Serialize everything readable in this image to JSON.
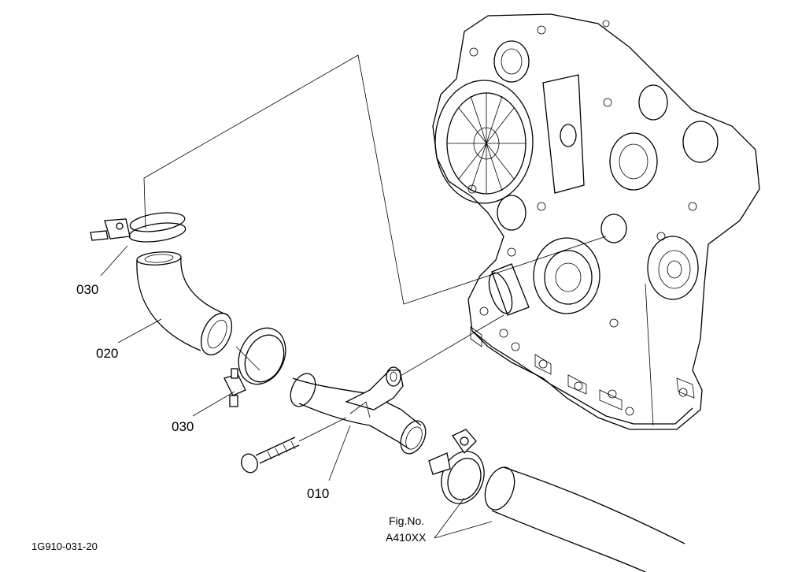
{
  "labels": {
    "p030_top": "030",
    "p020": "020",
    "p030_bottom": "030",
    "p010": "010",
    "fig_no": "Fig.No.",
    "fig_ref": "A410XX",
    "drawing_code": "1G910-031-20"
  }
}
